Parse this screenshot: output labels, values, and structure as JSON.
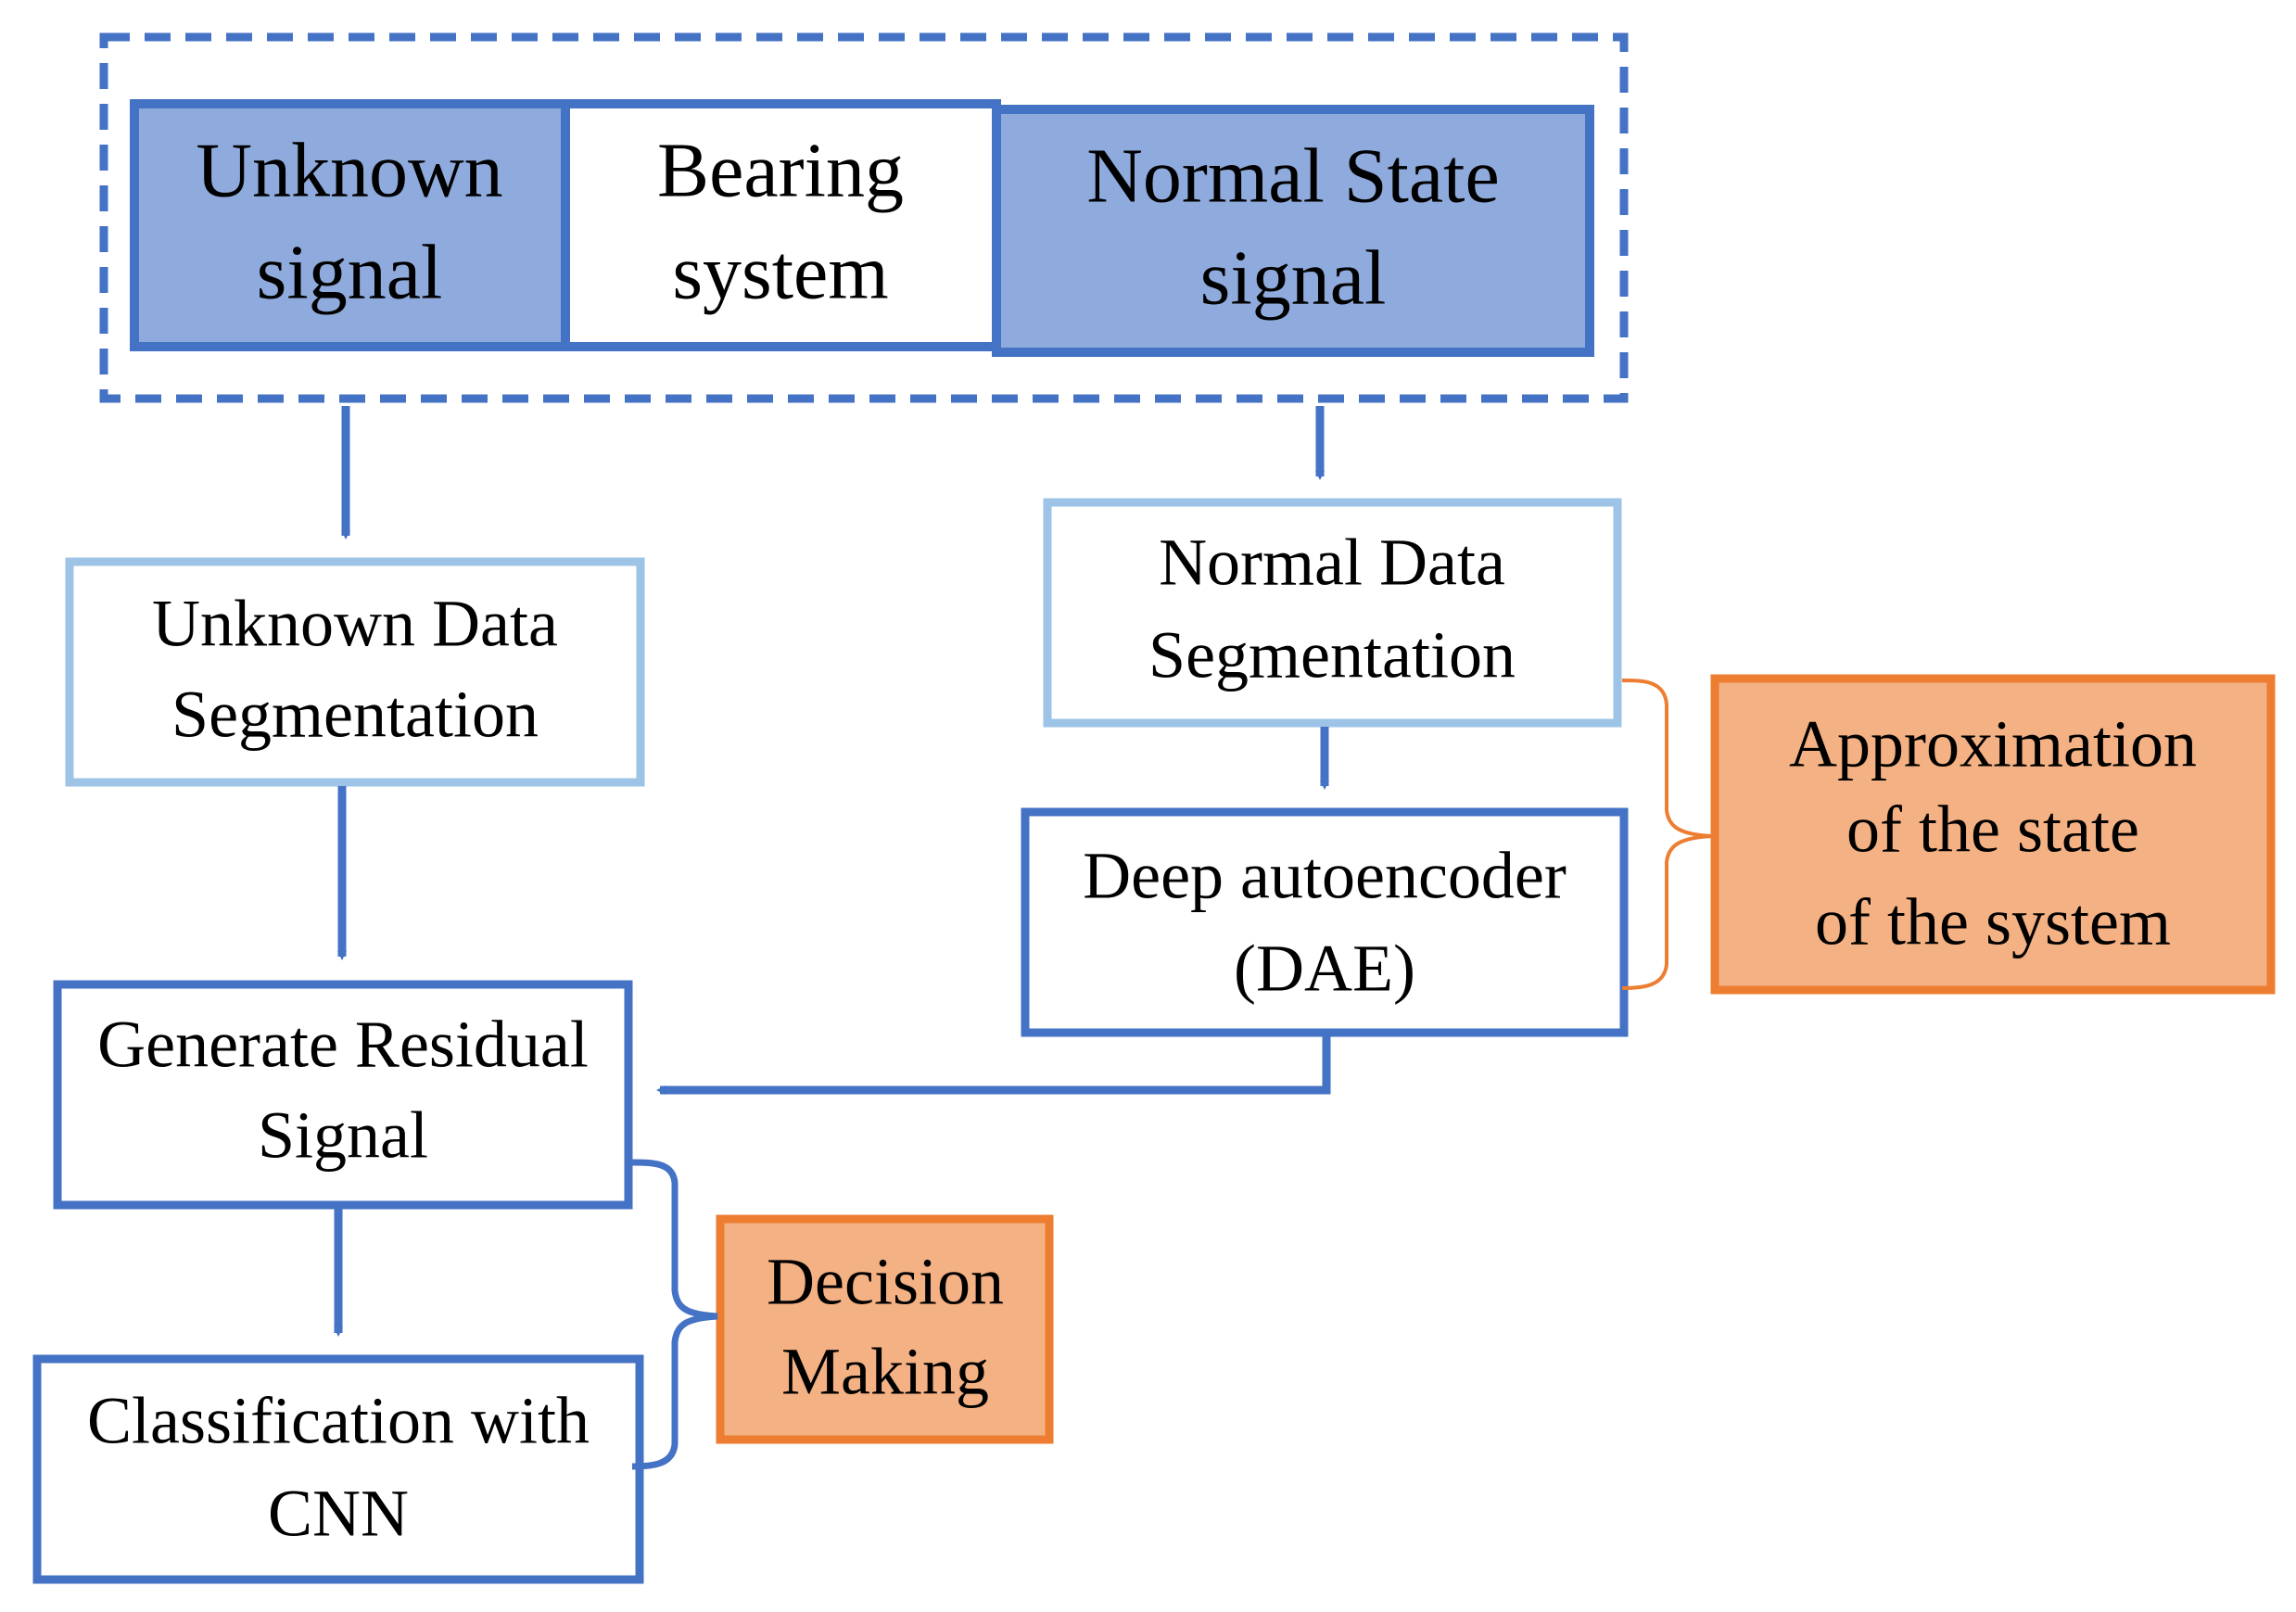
{
  "nodes": {
    "unknown_signal": {
      "line1": "Unknown",
      "line2": "signal"
    },
    "bearing_system": {
      "line1": "Bearing",
      "line2": "system"
    },
    "normal_state_signal": {
      "line1": "Normal State",
      "line2": "signal"
    },
    "unknown_data_segmentation": {
      "line1": "Unknown Data",
      "line2": "Segmentation"
    },
    "normal_data_segmentation": {
      "line1": "Normal Data",
      "line2": "Segmentation"
    },
    "deep_autoencoder": {
      "line1": "Deep autoencoder",
      "line2": "(DAE)"
    },
    "generate_residual_signal": {
      "line1": "Generate Residual",
      "line2": "Signal"
    },
    "classification_cnn": {
      "line1": "Classification with",
      "line2": "CNN"
    },
    "approximation_state": {
      "line1": "Approximation",
      "line2": "of the state",
      "line3": "of the system"
    },
    "decision_making": {
      "line1": "Decision",
      "line2": "Making"
    }
  },
  "colors": {
    "primary_blue": "#4472C4",
    "light_blue_fill": "#8FAADC",
    "light_blue_border": "#9DC3E6",
    "orange_fill": "#F4B183",
    "orange_border": "#ED7D31",
    "white": "#FFFFFF"
  }
}
